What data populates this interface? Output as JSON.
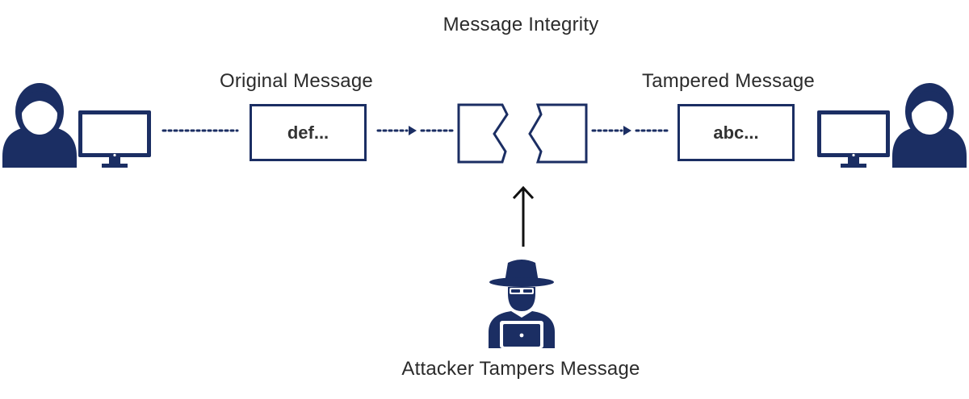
{
  "diagram": {
    "title": "Message Integrity",
    "original_label": "Original Message",
    "tampered_label": "Tampered Message",
    "original_content": "def...",
    "tampered_content": "abc...",
    "attacker_label": "Attacker Tampers Message"
  },
  "colors": {
    "primary": "#1b2e63",
    "text": "#2b2b2b",
    "background": "#ffffff"
  },
  "icons": {
    "sender": "user-icon",
    "sender_device": "monitor-icon",
    "receiver": "user-icon",
    "receiver_device": "monitor-icon",
    "attacker": "hacker-icon",
    "broken_channel": "broken-message-icon"
  }
}
